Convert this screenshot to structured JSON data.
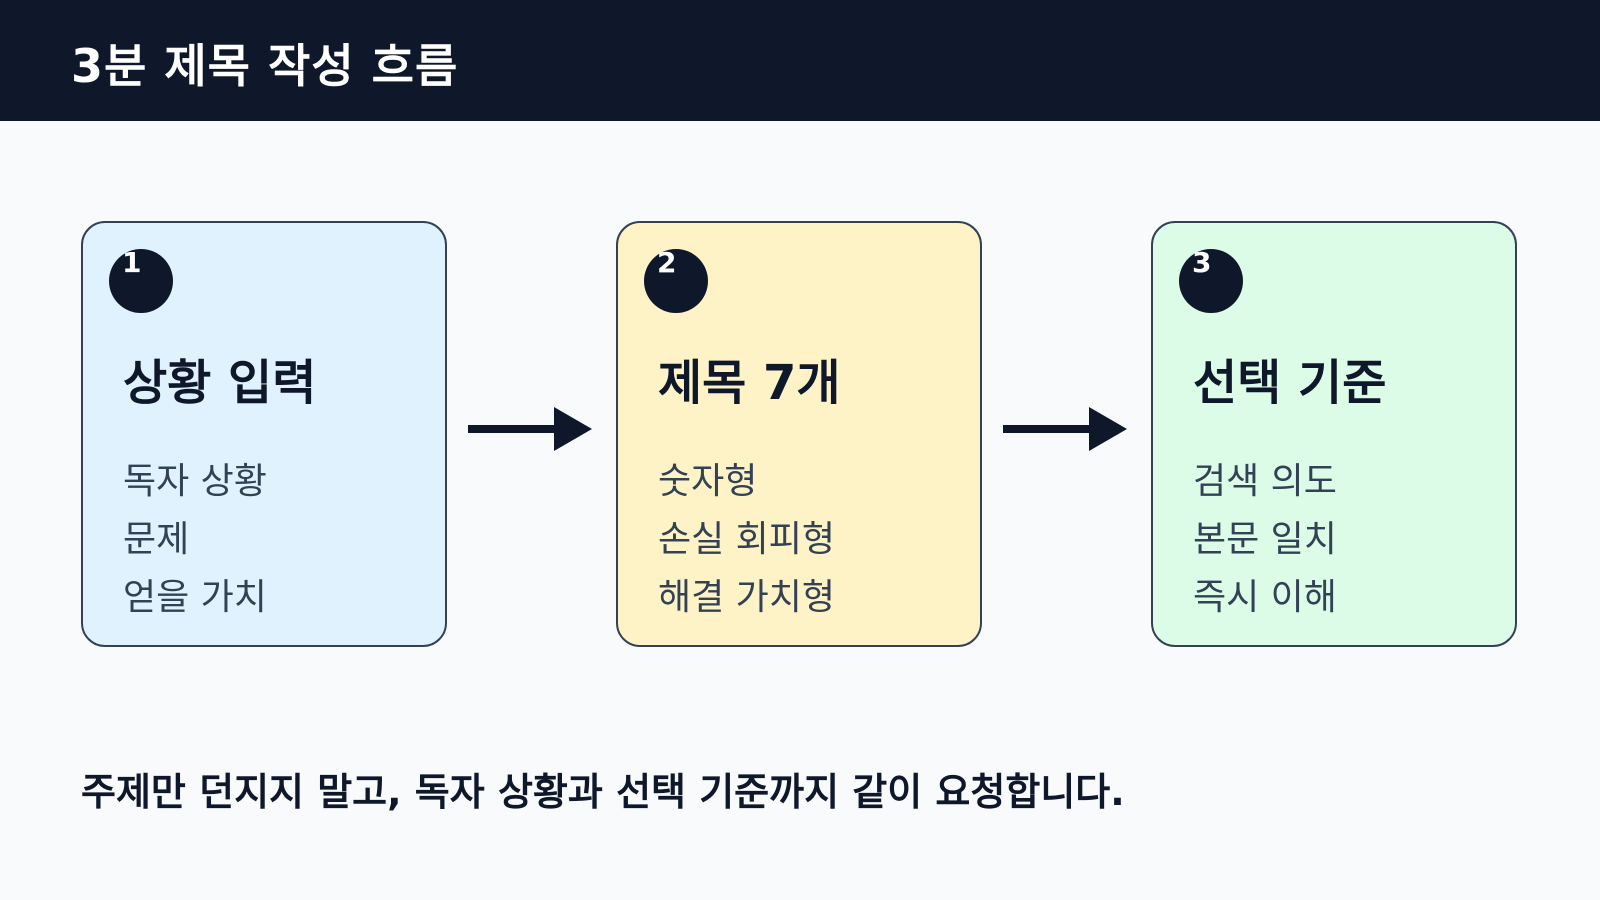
{
  "title": "3분 제목 작성 흐름",
  "steps": [
    {
      "number": "1",
      "title": "상황 입력",
      "items": [
        "독자 상황",
        "문제",
        "얻을 가치"
      ],
      "bg_color": "#e0f2fe"
    },
    {
      "number": "2",
      "title": "제목 7개",
      "items": [
        "숫자형",
        "손실 회피형",
        "해결 가치형"
      ],
      "bg_color": "#fef3c7"
    },
    {
      "number": "3",
      "title": "선택 기준",
      "items": [
        "검색 의도",
        "본문 일치",
        "즉시 이해"
      ],
      "bg_color": "#dcfce7"
    }
  ],
  "arrow_icon": "arrow-right-icon",
  "footer": "주제만 던지지 말고, 독자 상황과 선택 기준까지 같이 요청합니다.",
  "colors": {
    "header_bg": "#0f172a",
    "page_bg": "#f8fafc",
    "border": "#334155",
    "text_dark": "#0f172a",
    "text_body": "#334155"
  }
}
